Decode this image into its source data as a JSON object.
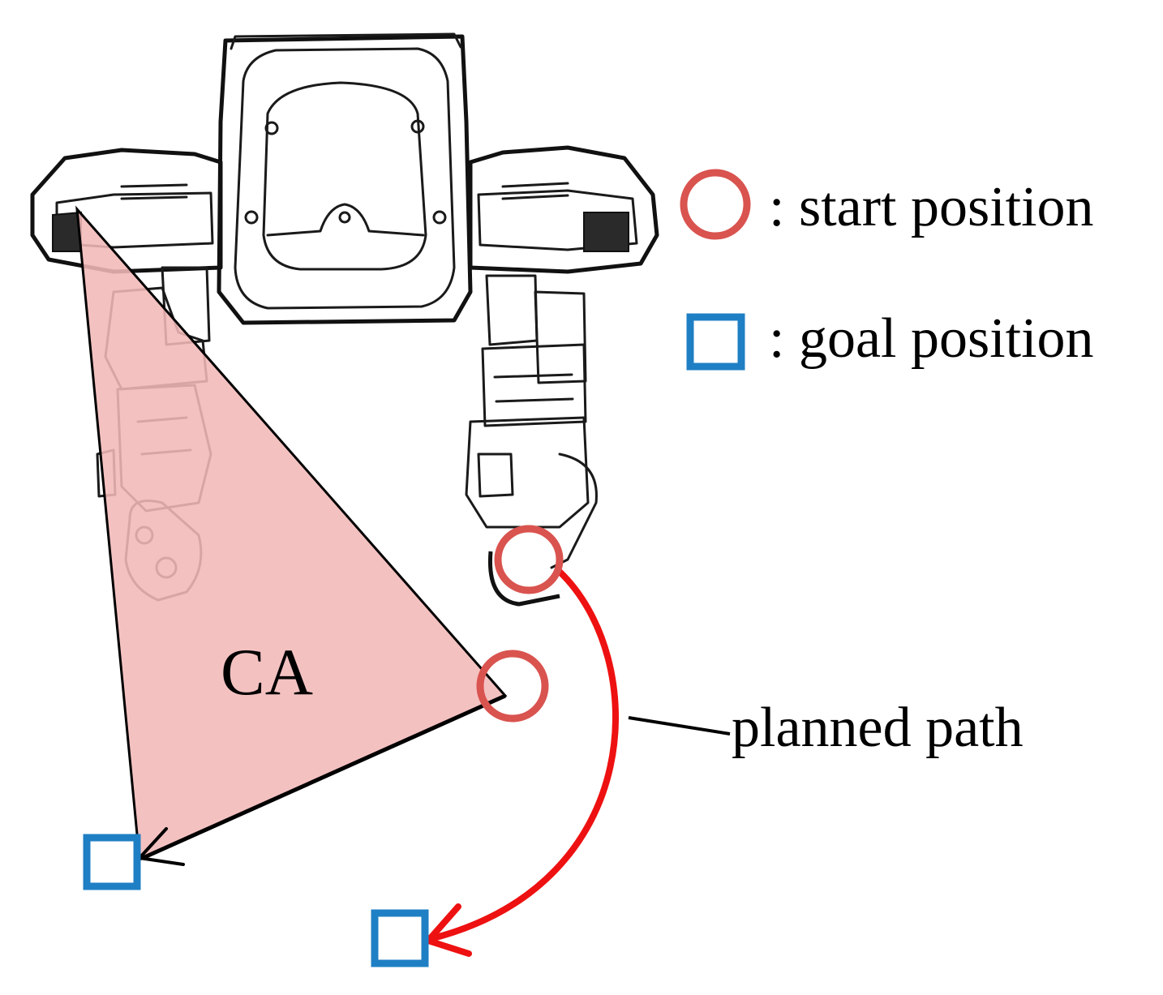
{
  "legend": {
    "start": {
      "label": ": start position",
      "color": "#d9534f",
      "icon": "circle-icon"
    },
    "goal": {
      "label": ": goal position",
      "color": "#1f7fc4",
      "icon": "square-icon"
    }
  },
  "region": {
    "label": "CA",
    "fill": "#f2b8b8"
  },
  "path": {
    "label": "planned path",
    "color": "#ee1111"
  }
}
